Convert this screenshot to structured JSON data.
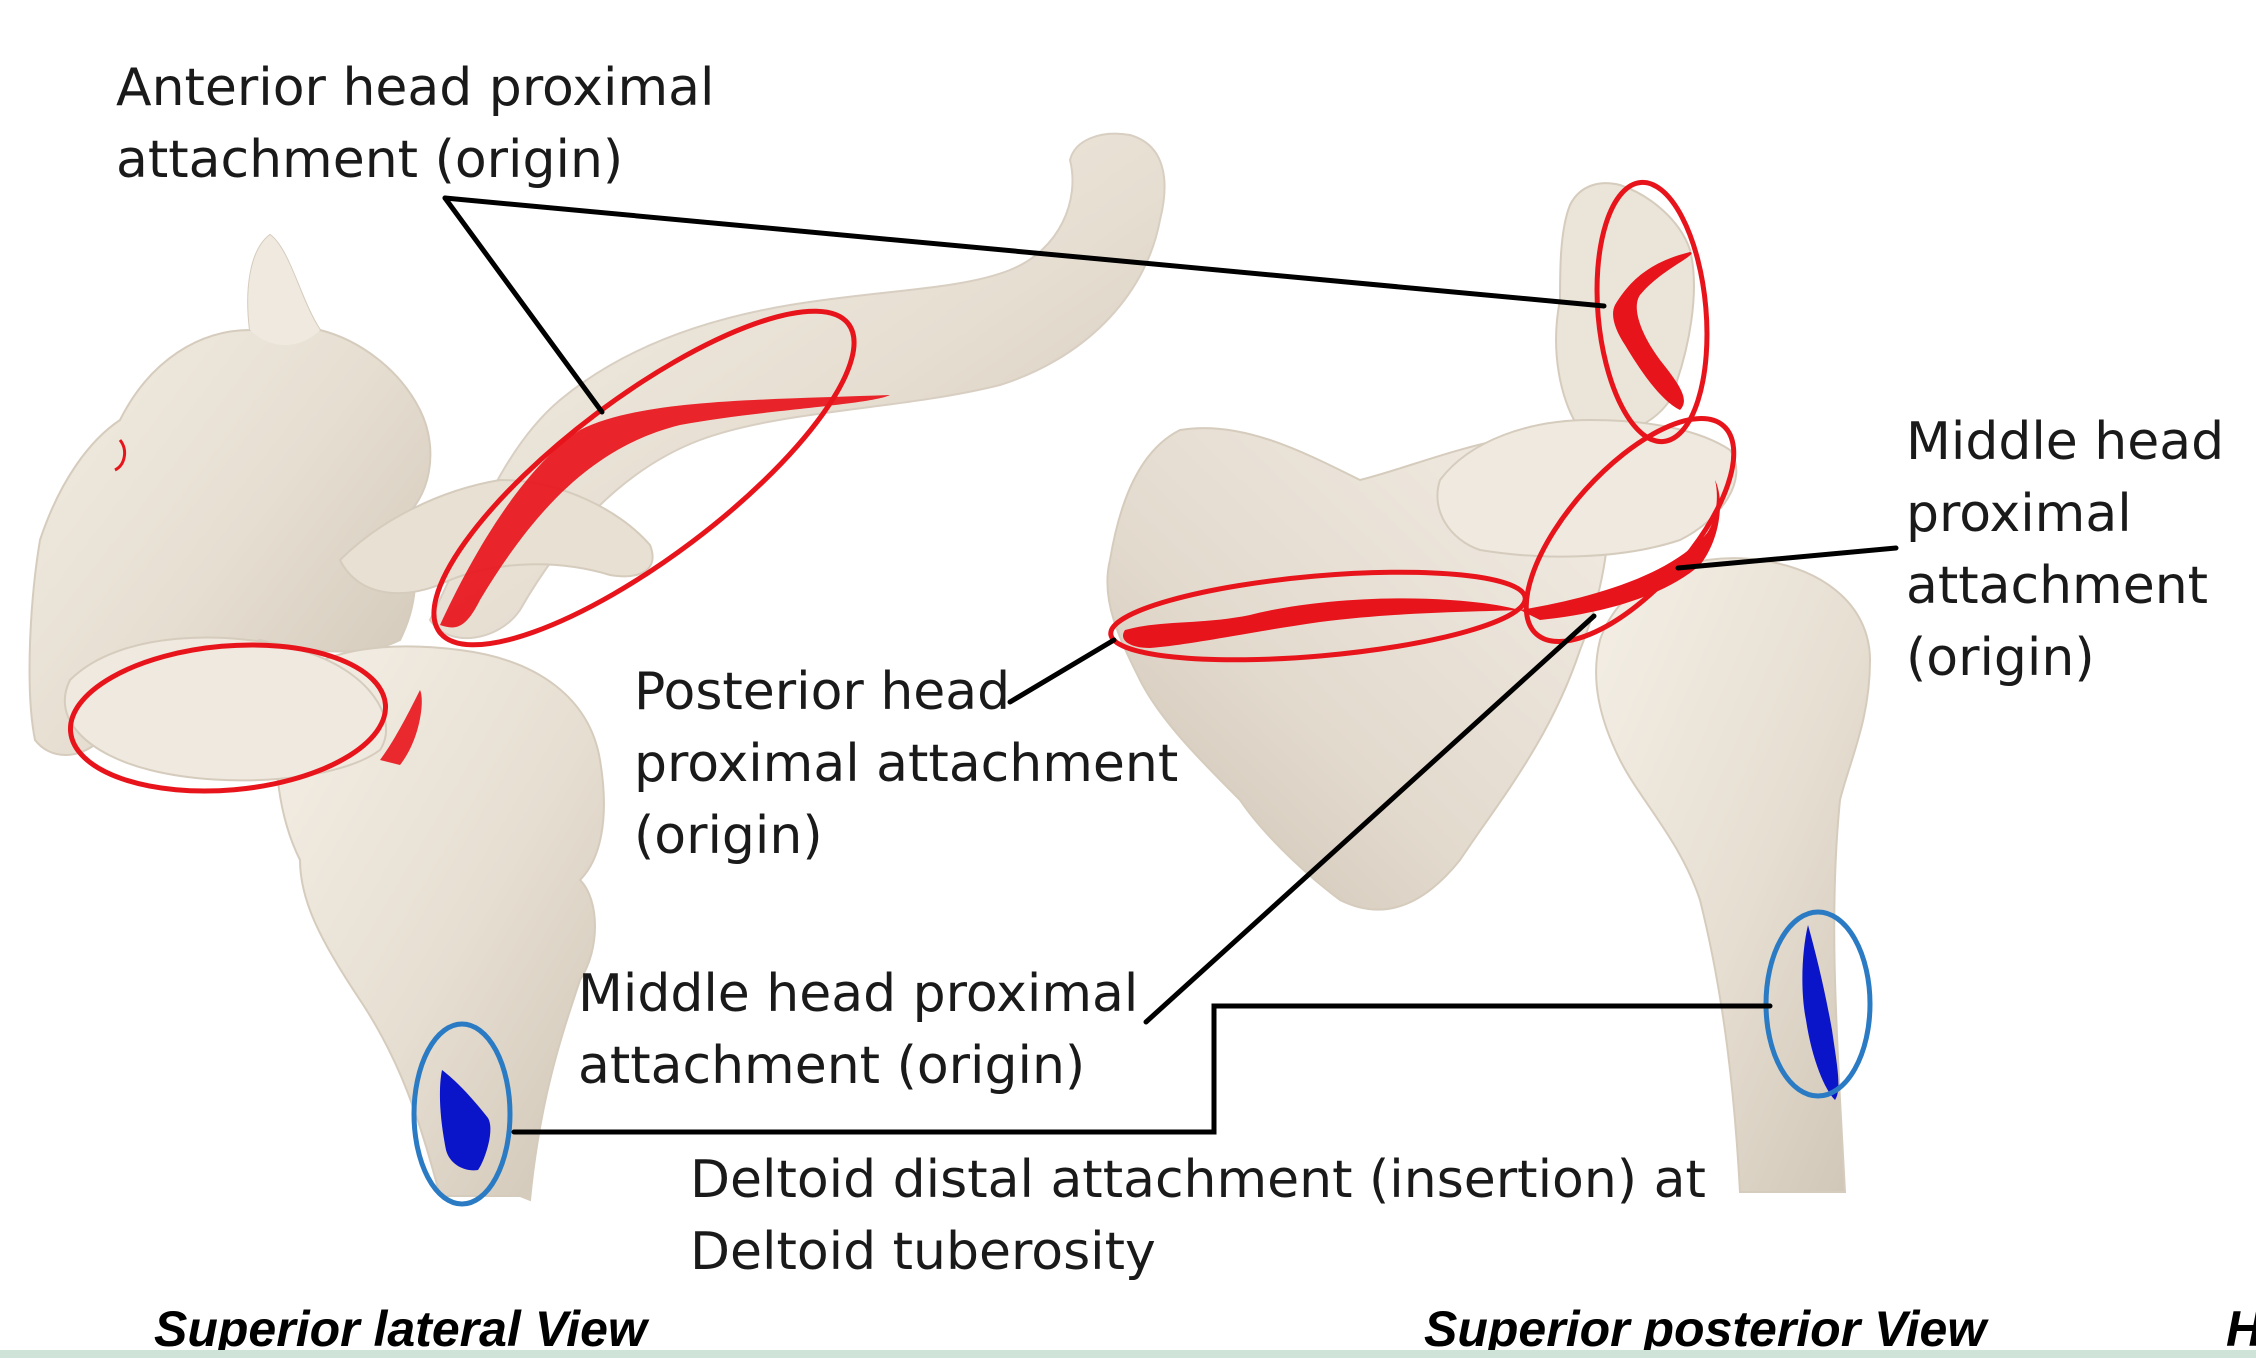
{
  "labels": {
    "anterior_origin": [
      "Anterior head proximal",
      "attachment (origin)"
    ],
    "middle_origin_right": [
      "Middle head",
      "proximal",
      "attachment",
      "(origin)"
    ],
    "posterior_origin": [
      "Posterior head",
      "proximal attachment",
      "(origin)"
    ],
    "middle_origin_center": [
      "Middle head proximal",
      "attachment (origin)"
    ],
    "insertion": [
      "Deltoid distal attachment (insertion) at",
      "Deltoid tuberosity"
    ]
  },
  "view_titles": {
    "left": "Superior lateral View",
    "right": "Superior posterior View",
    "cut_off": "H"
  },
  "colors": {
    "origin_marker": "#e8141b",
    "insertion_marker": "#2a7bc4",
    "insertion_fill": "#0a14c8",
    "bone": "#e9e2d6",
    "leader_line": "#000000"
  }
}
